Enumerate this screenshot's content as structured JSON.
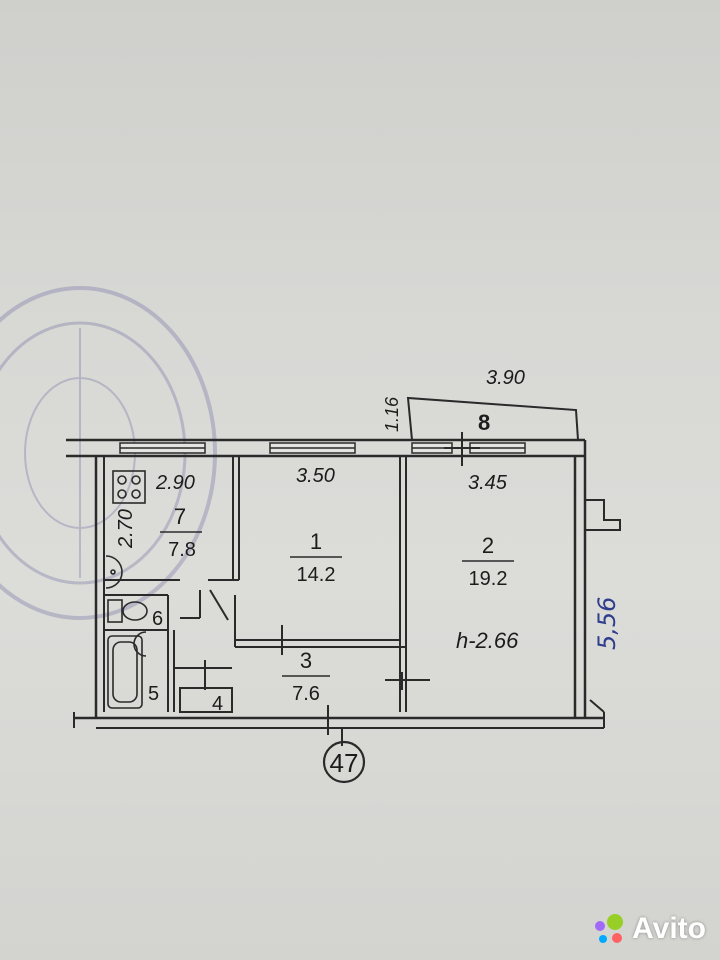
{
  "plan": {
    "rooms": [
      {
        "id": "7",
        "number": "7",
        "area": "7.8"
      },
      {
        "id": "1",
        "number": "1",
        "area": "14.2"
      },
      {
        "id": "2",
        "number": "2",
        "area": "19.2"
      },
      {
        "id": "3",
        "number": "3",
        "area": "7.6"
      },
      {
        "id": "4",
        "number": "4"
      },
      {
        "id": "5",
        "number": "5"
      },
      {
        "id": "6",
        "number": "6"
      },
      {
        "id": "8",
        "number": "8"
      }
    ],
    "dimensions": {
      "kitchen_width": "2.90",
      "kitchen_depth": "2.70",
      "room1_width": "3.50",
      "room2_width": "3.45",
      "balcony_width": "3.90",
      "balcony_depth": "1.16"
    },
    "ceiling_height": "h-2.66",
    "axis_label": "47",
    "handwritten_note": "5,56"
  },
  "watermark": {
    "text": "Avito",
    "colors": [
      "#97cf26",
      "#a169f7",
      "#ff6163",
      "#00aaff"
    ]
  }
}
